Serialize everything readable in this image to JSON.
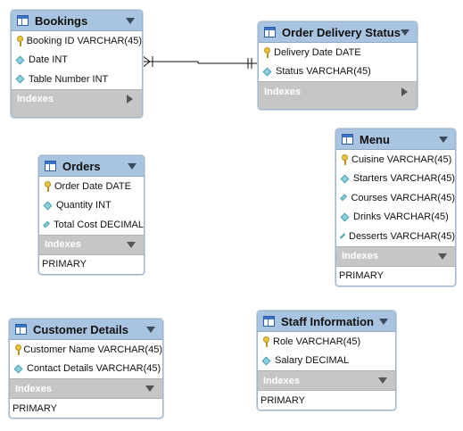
{
  "tables": {
    "bookings": {
      "title": "Bookings",
      "columns": [
        "Booking ID VARCHAR(45)",
        "Date INT",
        "Table Number INT"
      ],
      "indexes_label": "Indexes"
    },
    "order_delivery_status": {
      "title": "Order Delivery Status",
      "columns": [
        "Delivery Date DATE",
        "Status VARCHAR(45)"
      ],
      "indexes_label": "Indexes"
    },
    "orders": {
      "title": "Orders",
      "columns": [
        "Order Date DATE",
        "Quantity INT",
        "Total Cost DECIMAL"
      ],
      "indexes_label": "Indexes",
      "index_items": [
        "PRIMARY"
      ]
    },
    "menu": {
      "title": "Menu",
      "columns": [
        "Cuisine VARCHAR(45)",
        "Starters VARCHAR(45)",
        "Courses VARCHAR(45)",
        "Drinks VARCHAR(45)",
        "Desserts VARCHAR(45)"
      ],
      "indexes_label": "Indexes",
      "index_items": [
        "PRIMARY"
      ]
    },
    "customer_details": {
      "title": "Customer Details",
      "columns": [
        "Customer Name VARCHAR(45)",
        "Contact Details VARCHAR(45)"
      ],
      "indexes_label": "Indexes",
      "index_items": [
        "PRIMARY"
      ]
    },
    "staff_information": {
      "title": "Staff Information",
      "columns": [
        "Role VARCHAR(45)",
        "Salary DECIMAL"
      ],
      "indexes_label": "Indexes",
      "index_items": [
        "PRIMARY"
      ]
    }
  },
  "icons": {
    "table": "table-icon",
    "primary_key": "key-icon",
    "column": "diamond-icon",
    "collapse": "chevron-down-icon",
    "expand": "chevron-right-icon"
  },
  "relationship": {
    "from": "Bookings",
    "to": "Order Delivery Status",
    "notation": "crows-foot"
  },
  "colors": {
    "header": "#a9c4e0",
    "indexes_bar": "#c6c6c6",
    "key": "#e8c43a",
    "column_marker": "#8fd0df"
  }
}
